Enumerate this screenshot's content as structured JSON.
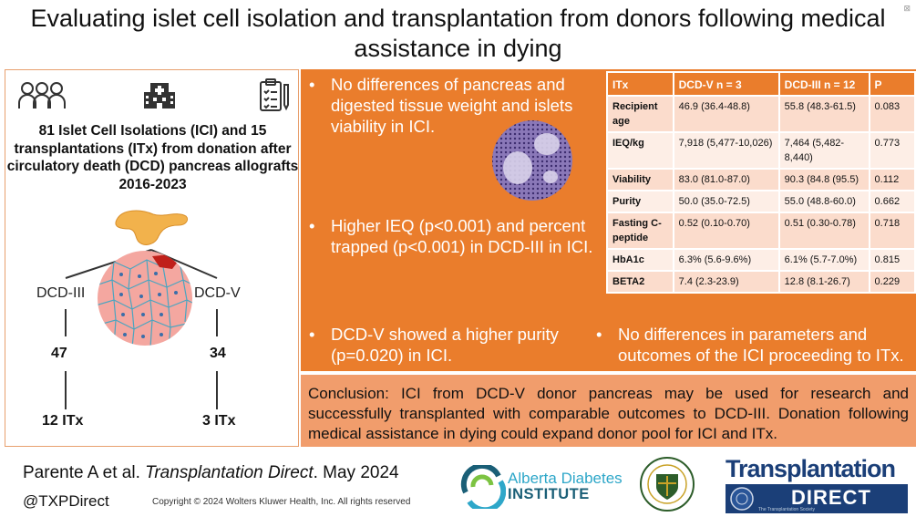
{
  "title": "Evaluating islet cell isolation and transplantation from donors following medical assistance in dying",
  "left_panel": {
    "headline": "81 Islet Cell Isolations (ICI) and 15 transplantations (ITx) from donation after circulatory death (DCD) pancreas allografts 2016-2023",
    "branches": [
      {
        "label": "DCD-III",
        "count": "47",
        "itx": "12 ITx"
      },
      {
        "label": "DCD-V",
        "count": "34",
        "itx": "3 ITx"
      }
    ],
    "icons": [
      "people-icon",
      "hospital-icon",
      "clipboard-icon"
    ]
  },
  "bullets": [
    "No differences of pancreas and digested tissue weight and islets viability in ICI.",
    "Higher IEQ (p<0.001) and percent trapped (p<0.001) in DCD-III in ICI.",
    "DCD-V showed a higher purity (p=0.020) in ICI.",
    "No differences in parameters and outcomes of the ICI proceeding to ITx."
  ],
  "table": {
    "headers": [
      "ITx",
      "DCD-V n = 3",
      "DCD-III n = 12",
      "P"
    ],
    "rows": [
      [
        "Recipient age",
        "46.9 (36.4-48.8)",
        "55.8 (48.3-61.5)",
        "0.083"
      ],
      [
        "IEQ/kg",
        "7,918 (5,477-10,026)",
        "7,464 (5,482-8,440)",
        "0.773"
      ],
      [
        "Viability",
        "83.0 (81.0-87.0)",
        "90.3 (84.8 (95.5)",
        "0.112"
      ],
      [
        "Purity",
        "50.0 (35.0-72.5)",
        "55.0 (48.8-60.0)",
        "0.662"
      ],
      [
        "Fasting C-peptide",
        "0.52 (0.10-0.70)",
        "0.51 (0.30-0.78)",
        "0.718"
      ],
      [
        "HbA1c",
        "6.3% (5.6-9.6%)",
        "6.1% (5.7-7.0%)",
        "0.815"
      ],
      [
        "BETA2",
        "7.4 (2.3-23.9)",
        "12.8 (8.1-26.7)",
        "0.229"
      ]
    ]
  },
  "conclusion": "Conclusion: ICI from DCD-V donor pancreas may be used for research and successfully transplanted with comparable outcomes to DCD-III. Donation following medical assistance in dying could expand donor pool for ICI and ITx.",
  "footer": {
    "citation_authors": "Parente A et al.",
    "citation_journal": "Transplantation Direct",
    "citation_date": ". May 2024",
    "handle": "@TXPDirect",
    "copyright": "Copyright © 2024 Wolters Kluwer Health, Inc. All rights reserved",
    "logo_adi_line1": "Alberta Diabetes",
    "logo_adi_line2": "INSTITUTE",
    "logo_txp_word": "Transplantation",
    "logo_txp_direct": "DIRECT",
    "logo_txp_sub": "The Transplantation Society"
  },
  "colors": {
    "orange": "#ea7d2c",
    "light_orange": "#f19d6c",
    "navy": "#1b3f78",
    "teal": "#2ea7c9"
  }
}
